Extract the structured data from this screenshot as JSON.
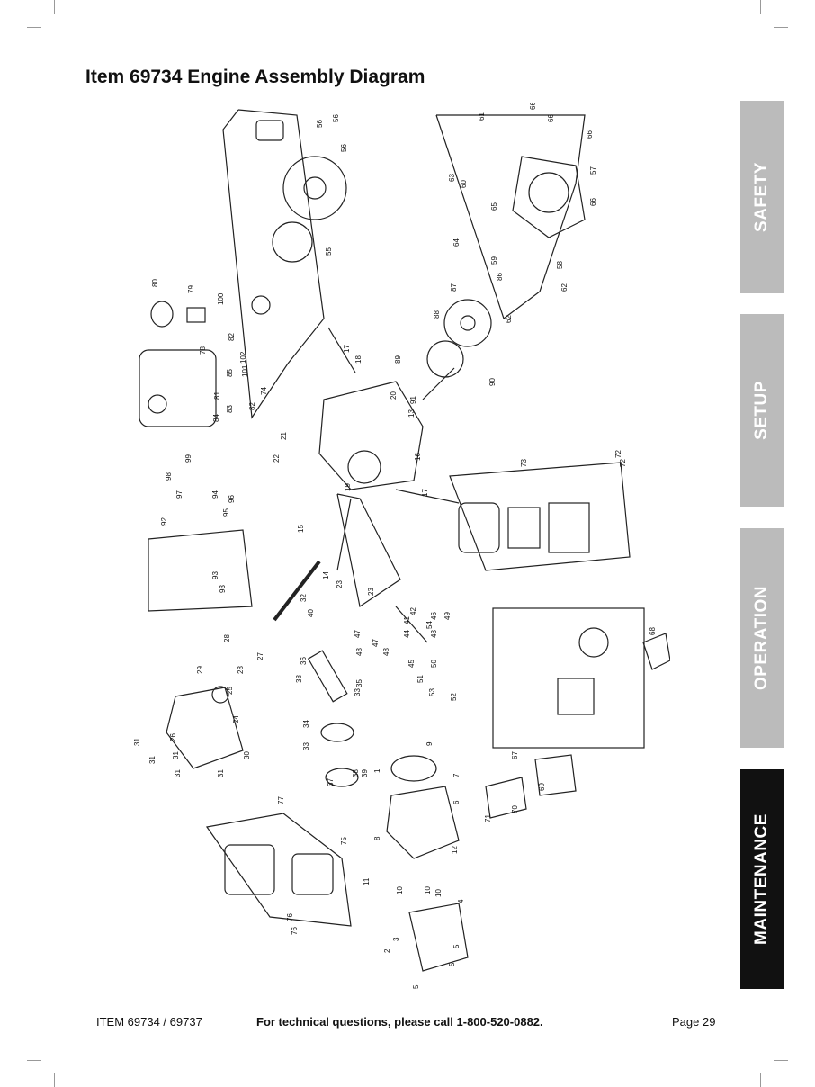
{
  "page": {
    "title": "Item 69734 Engine Assembly Diagram"
  },
  "tabs": [
    {
      "label": "SAFETY",
      "active": false
    },
    {
      "label": "SETUP",
      "active": false
    },
    {
      "label": "OPERATION",
      "active": false
    },
    {
      "label": "MAINTENANCE",
      "active": true
    }
  ],
  "colors": {
    "tab_inactive": "#bbbbbb",
    "tab_active": "#111111",
    "tab_text": "#ffffff"
  },
  "footer": {
    "item": "ITEM 69734 / 69737",
    "support": "For technical questions, please call 1-800-520-0882.",
    "page": "Page 29"
  },
  "diagram": {
    "part_numbers": [
      "56",
      "56",
      "56",
      "55",
      "61",
      "66",
      "66",
      "66",
      "57",
      "66",
      "63",
      "60",
      "65",
      "64",
      "59",
      "58",
      "62",
      "62",
      "86",
      "87",
      "88",
      "80",
      "79",
      "100",
      "82",
      "102",
      "101",
      "78",
      "85",
      "81",
      "83",
      "82",
      "74",
      "84",
      "89",
      "17",
      "18",
      "20",
      "91",
      "90",
      "13",
      "16",
      "21",
      "22",
      "73",
      "72",
      "72",
      "99",
      "98",
      "97",
      "94",
      "96",
      "95",
      "92",
      "93",
      "93",
      "19",
      "15",
      "17",
      "14",
      "23",
      "23",
      "32",
      "40",
      "47",
      "47",
      "42",
      "41",
      "54",
      "46",
      "49",
      "44",
      "45",
      "43",
      "50",
      "51",
      "48",
      "48",
      "28",
      "27",
      "29",
      "28",
      "25",
      "24",
      "26",
      "31",
      "31",
      "31",
      "31",
      "31",
      "30",
      "38",
      "36",
      "34",
      "35",
      "33",
      "33",
      "37",
      "38",
      "39",
      "53",
      "52",
      "68",
      "67",
      "69",
      "70",
      "71",
      "1",
      "9",
      "7",
      "6",
      "8",
      "12",
      "11",
      "10",
      "10",
      "10",
      "4",
      "77",
      "75",
      "76",
      "76",
      "2",
      "3",
      "5",
      "5",
      "5"
    ]
  }
}
